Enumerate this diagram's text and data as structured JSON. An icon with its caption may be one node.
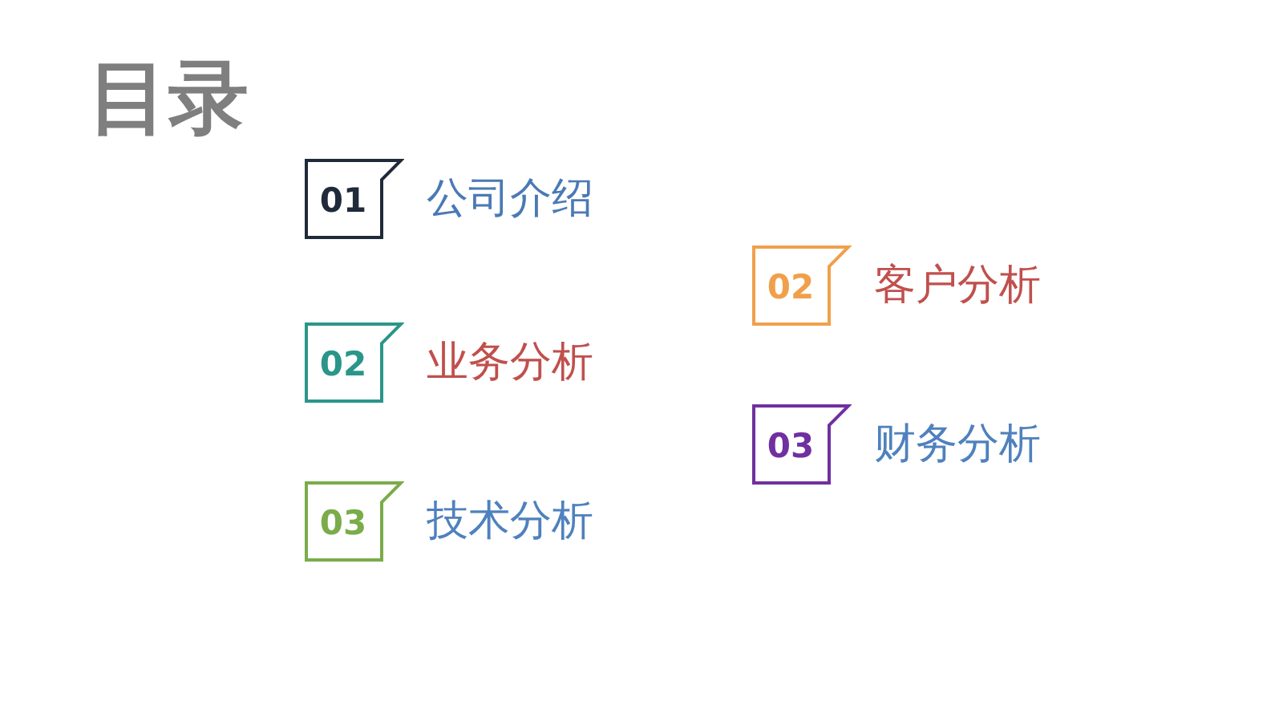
{
  "diagram": {
    "title": "目录",
    "nodes": [
      {
        "text": [
          "01"
        ],
        "beside": [
          "公司介绍"
        ]
      },
      {
        "text": [
          "02"
        ],
        "beside": [
          "客户分析"
        ]
      },
      {
        "text": [
          "02"
        ],
        "beside": [
          "业务分析"
        ]
      },
      {
        "text": [
          "03"
        ],
        "beside": [
          "财务分析"
        ]
      },
      {
        "text": [
          "03"
        ],
        "beside": [
          "技术分析"
        ]
      }
    ]
  }
}
